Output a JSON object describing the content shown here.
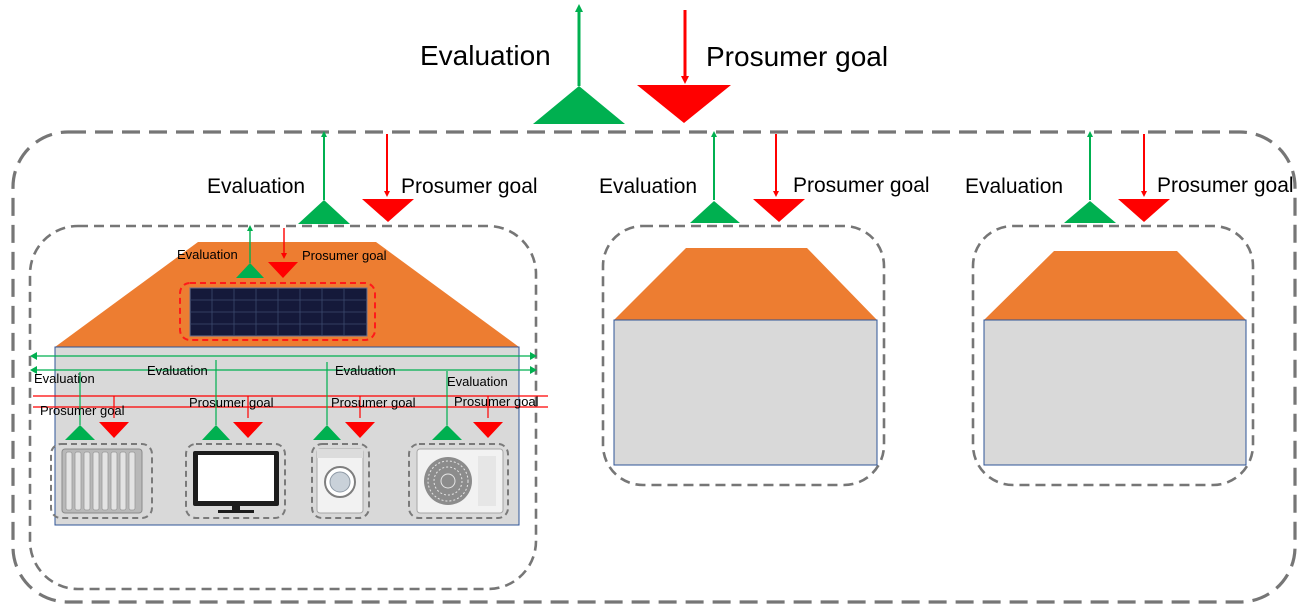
{
  "colors": {
    "evaluation": "#00b050",
    "goal": "#ff0000",
    "roof": "#ed7d31",
    "wall": "#d9d9d9",
    "wall_border": "#2f5597",
    "outline": "#767676"
  },
  "top": {
    "evaluation": "Evaluation",
    "goal": "Prosumer goal"
  },
  "houses": [
    {
      "evaluation": "Evaluation",
      "goal": "Prosumer goal"
    },
    {
      "evaluation": "Evaluation",
      "goal": "Prosumer goal"
    },
    {
      "evaluation": "Evaluation",
      "goal": "Prosumer goal"
    }
  ],
  "solar_panel": {
    "evaluation": "Evaluation",
    "goal": "Prosumer goal",
    "icon": "solar-panel-icon"
  },
  "devices": [
    {
      "evaluation": "Evaluation",
      "goal": "Prosumer goal",
      "icon": "radiator-icon"
    },
    {
      "evaluation": "Evaluation",
      "goal": "Prosumer goal",
      "icon": "television-icon"
    },
    {
      "evaluation": "Evaluation",
      "goal": "Prosumer goal",
      "icon": "washing-machine-icon"
    },
    {
      "evaluation": "Evaluation",
      "goal": "Prosumer goal",
      "icon": "air-conditioner-icon"
    }
  ]
}
